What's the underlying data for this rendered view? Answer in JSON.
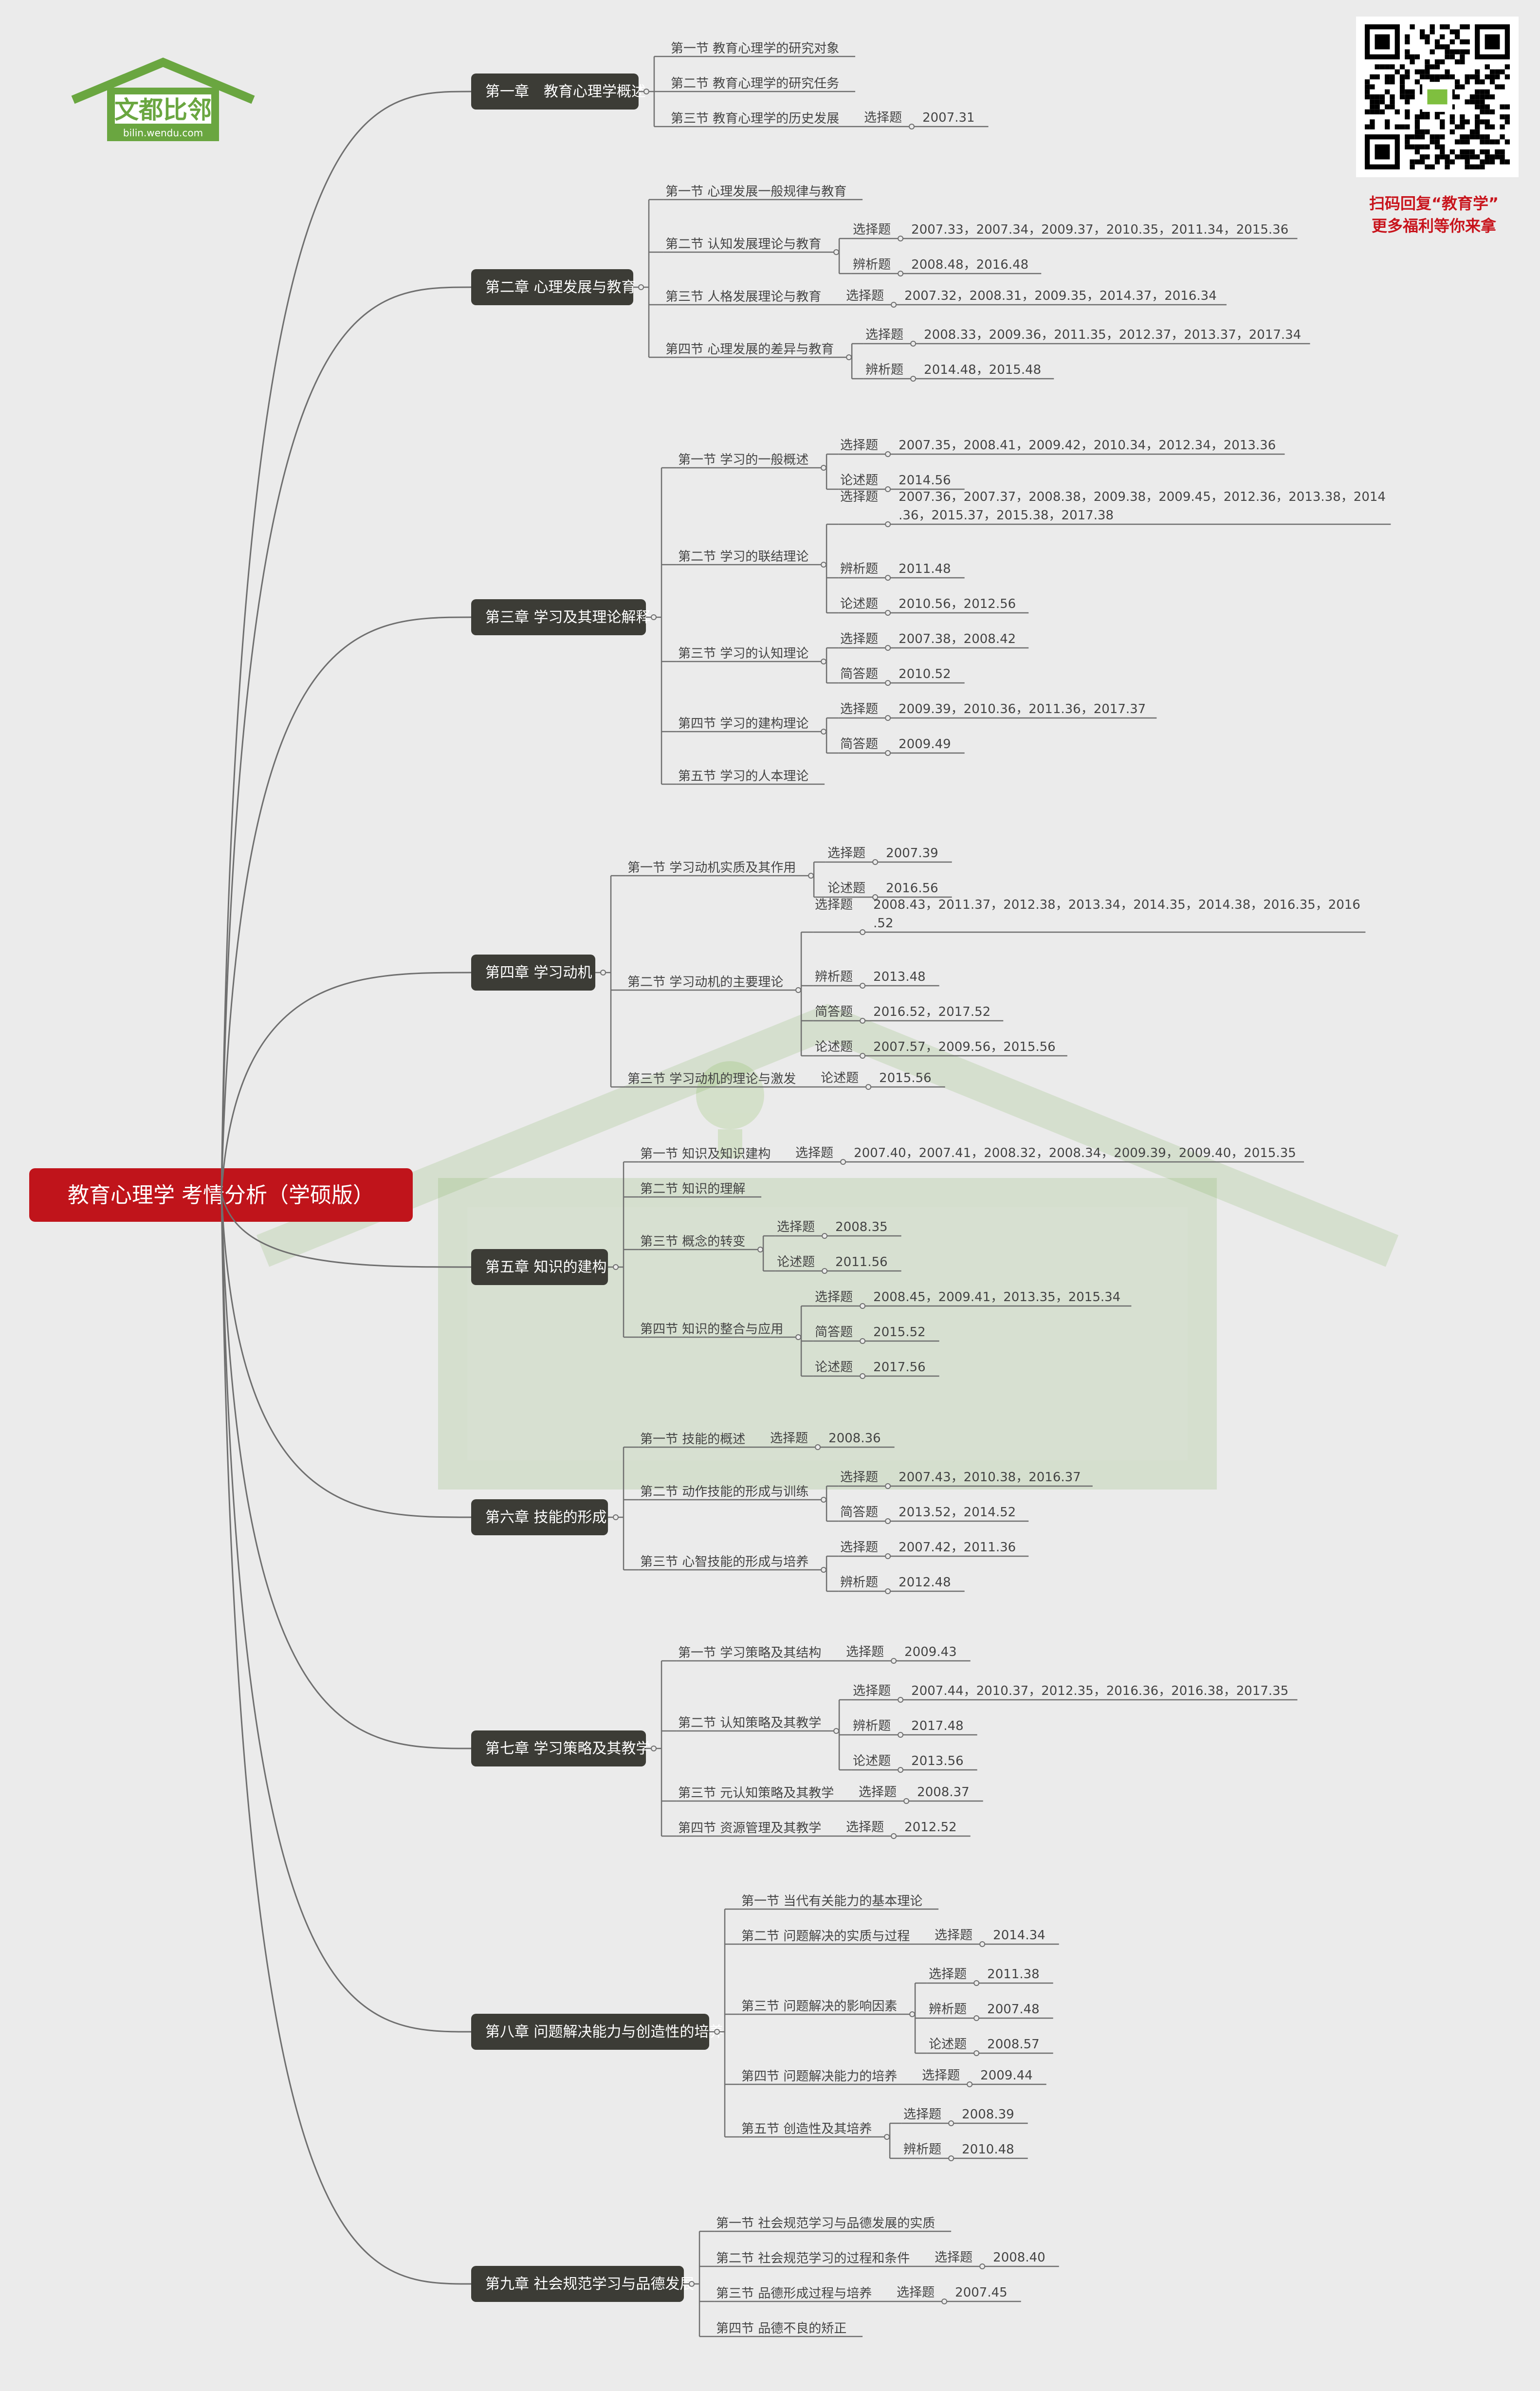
{
  "root": "教育心理学 考情分析（学硕版）",
  "promo": {
    "line1": "扫码回复“教育学”",
    "line2": "更多福利等你来拿"
  },
  "logo": {
    "cn": "文都比邻",
    "url": "bilin.wendu.com"
  },
  "colors": {
    "root": "#c0141b",
    "chapter": "#3c3c36",
    "line": "#6f6f6f",
    "text": "#444444",
    "accent": "#7fbf3f",
    "promo": "#c8141c"
  },
  "chapters": [
    {
      "label": "第一章　教育心理学概述",
      "sections": [
        {
          "label": "第一节 教育心理学的研究对象",
          "types": []
        },
        {
          "label": "第二节 教育心理学的研究任务",
          "types": []
        },
        {
          "label": "第三节 教育心理学的历史发展",
          "types": [
            {
              "label": "选择题",
              "lines": [
                "2007.31"
              ]
            }
          ]
        }
      ]
    },
    {
      "label": "第二章 心理发展与教育",
      "sections": [
        {
          "label": "第一节 心理发展一般规律与教育",
          "types": []
        },
        {
          "label": "第二节 认知发展理论与教育",
          "types": [
            {
              "label": "选择题",
              "lines": [
                "2007.33，2007.34，2009.37，2010.35，2011.34，2015.36"
              ]
            },
            {
              "label": "辨析题",
              "lines": [
                "2008.48，2016.48"
              ]
            }
          ]
        },
        {
          "label": "第三节 人格发展理论与教育",
          "types": [
            {
              "label": "选择题",
              "lines": [
                "2007.32，2008.31，2009.35，2014.37，2016.34"
              ]
            }
          ]
        },
        {
          "label": "第四节 心理发展的差异与教育",
          "types": [
            {
              "label": "选择题",
              "lines": [
                "2008.33，2009.36，2011.35，2012.37，2013.37，2017.34"
              ]
            },
            {
              "label": "辨析题",
              "lines": [
                "2014.48，2015.48"
              ]
            }
          ]
        }
      ]
    },
    {
      "label": "第三章 学习及其理论解释",
      "sections": [
        {
          "label": "第一节 学习的一般概述",
          "types": [
            {
              "label": "选择题",
              "lines": [
                "2007.35，2008.41，2009.42，2010.34，2012.34，2013.36"
              ]
            },
            {
              "label": "论述题",
              "lines": [
                "2014.56"
              ]
            }
          ]
        },
        {
          "label": "第二节 学习的联结理论",
          "types": [
            {
              "label": "选择题",
              "lines": [
                "2007.36，2007.37，2008.38，2009.38，2009.45，2012.36，2013.38，2014",
                ".36，2015.37，2015.38，2017.38"
              ]
            },
            {
              "label": "辨析题",
              "lines": [
                "2011.48"
              ]
            },
            {
              "label": "论述题",
              "lines": [
                "2010.56，2012.56"
              ]
            }
          ]
        },
        {
          "label": "第三节 学习的认知理论",
          "types": [
            {
              "label": "选择题",
              "lines": [
                "2007.38，2008.42"
              ]
            },
            {
              "label": "简答题",
              "lines": [
                "2010.52"
              ]
            }
          ]
        },
        {
          "label": "第四节 学习的建构理论",
          "types": [
            {
              "label": "选择题",
              "lines": [
                "2009.39，2010.36，2011.36，2017.37"
              ]
            },
            {
              "label": "简答题",
              "lines": [
                "2009.49"
              ]
            }
          ]
        },
        {
          "label": "第五节 学习的人本理论",
          "types": []
        }
      ]
    },
    {
      "label": "第四章 学习动机",
      "sections": [
        {
          "label": "第一节 学习动机实质及其作用",
          "types": [
            {
              "label": "选择题",
              "lines": [
                "2007.39"
              ]
            },
            {
              "label": "论述题",
              "lines": [
                "2016.56"
              ]
            }
          ]
        },
        {
          "label": "第二节 学习动机的主要理论",
          "types": [
            {
              "label": "选择题",
              "lines": [
                "2008.43，2011.37，2012.38，2013.34，2014.35，2014.38，2016.35，2016",
                ".52"
              ]
            },
            {
              "label": "辨析题",
              "lines": [
                "2013.48"
              ]
            },
            {
              "label": "简答题",
              "lines": [
                "2016.52，2017.52"
              ]
            },
            {
              "label": "论述题",
              "lines": [
                "2007.57，2009.56，2015.56"
              ]
            }
          ]
        },
        {
          "label": "第三节 学习动机的理论与激发",
          "types": [
            {
              "label": "论述题",
              "lines": [
                "2015.56"
              ]
            }
          ]
        }
      ]
    },
    {
      "label": "第五章 知识的建构",
      "sections": [
        {
          "label": "第一节 知识及知识建构",
          "types": [
            {
              "label": "选择题",
              "lines": [
                "2007.40，2007.41，2008.32，2008.34，2009.39，2009.40，2015.35"
              ]
            }
          ]
        },
        {
          "label": "第二节 知识的理解",
          "types": []
        },
        {
          "label": "第三节 概念的转变",
          "types": [
            {
              "label": "选择题",
              "lines": [
                "2008.35"
              ]
            },
            {
              "label": "论述题",
              "lines": [
                "2011.56"
              ]
            }
          ]
        },
        {
          "label": "第四节 知识的整合与应用",
          "types": [
            {
              "label": "选择题",
              "lines": [
                "2008.45，2009.41，2013.35，2015.34"
              ]
            },
            {
              "label": "简答题",
              "lines": [
                "2015.52"
              ]
            },
            {
              "label": "论述题",
              "lines": [
                "2017.56"
              ]
            }
          ]
        }
      ]
    },
    {
      "label": "第六章 技能的形成",
      "sections": [
        {
          "label": "第一节 技能的概述",
          "types": [
            {
              "label": "选择题",
              "lines": [
                "2008.36"
              ]
            }
          ]
        },
        {
          "label": "第二节 动作技能的形成与训练",
          "types": [
            {
              "label": "选择题",
              "lines": [
                "2007.43，2010.38，2016.37"
              ]
            },
            {
              "label": "简答题",
              "lines": [
                "2013.52，2014.52"
              ]
            }
          ]
        },
        {
          "label": "第三节 心智技能的形成与培养",
          "types": [
            {
              "label": "选择题",
              "lines": [
                "2007.42，2011.36"
              ]
            },
            {
              "label": "辨析题",
              "lines": [
                "2012.48"
              ]
            }
          ]
        }
      ]
    },
    {
      "label": "第七章 学习策略及其教学",
      "sections": [
        {
          "label": "第一节 学习策略及其结构",
          "types": [
            {
              "label": "选择题",
              "lines": [
                "2009.43"
              ]
            }
          ]
        },
        {
          "label": "第二节 认知策略及其教学",
          "types": [
            {
              "label": "选择题",
              "lines": [
                "2007.44，2010.37，2012.35，2016.36，2016.38，2017.35"
              ]
            },
            {
              "label": "辨析题",
              "lines": [
                "2017.48"
              ]
            },
            {
              "label": "论述题",
              "lines": [
                "2013.56"
              ]
            }
          ]
        },
        {
          "label": "第三节 元认知策略及其教学",
          "types": [
            {
              "label": "选择题",
              "lines": [
                "2008.37"
              ]
            }
          ]
        },
        {
          "label": "第四节 资源管理及其教学",
          "types": [
            {
              "label": "选择题",
              "lines": [
                "2012.52"
              ]
            }
          ]
        }
      ]
    },
    {
      "label": "第八章 问题解决能力与创造性的培养",
      "sections": [
        {
          "label": "第一节 当代有关能力的基本理论",
          "types": []
        },
        {
          "label": "第二节 问题解决的实质与过程",
          "types": [
            {
              "label": "选择题",
              "lines": [
                "2014.34"
              ]
            }
          ]
        },
        {
          "label": "第三节 问题解决的影响因素",
          "types": [
            {
              "label": "选择题",
              "lines": [
                "2011.38"
              ]
            },
            {
              "label": "辨析题",
              "lines": [
                "2007.48"
              ]
            },
            {
              "label": "论述题",
              "lines": [
                "2008.57"
              ]
            }
          ]
        },
        {
          "label": "第四节 问题解决能力的培养",
          "types": [
            {
              "label": "选择题",
              "lines": [
                "2009.44"
              ]
            }
          ]
        },
        {
          "label": "第五节 创造性及其培养",
          "types": [
            {
              "label": "选择题",
              "lines": [
                "2008.39"
              ]
            },
            {
              "label": "辨析题",
              "lines": [
                "2010.48"
              ]
            }
          ]
        }
      ]
    },
    {
      "label": "第九章 社会规范学习与品德发展",
      "sections": [
        {
          "label": "第一节 社会规范学习与品德发展的实质",
          "types": []
        },
        {
          "label": "第二节 社会规范学习的过程和条件",
          "types": [
            {
              "label": "选择题",
              "lines": [
                "2008.40"
              ]
            }
          ]
        },
        {
          "label": "第三节 品德形成过程与培养",
          "types": [
            {
              "label": "选择题",
              "lines": [
                "2007.45"
              ]
            }
          ]
        },
        {
          "label": "第四节 品德不良的矫正",
          "types": []
        }
      ]
    }
  ]
}
